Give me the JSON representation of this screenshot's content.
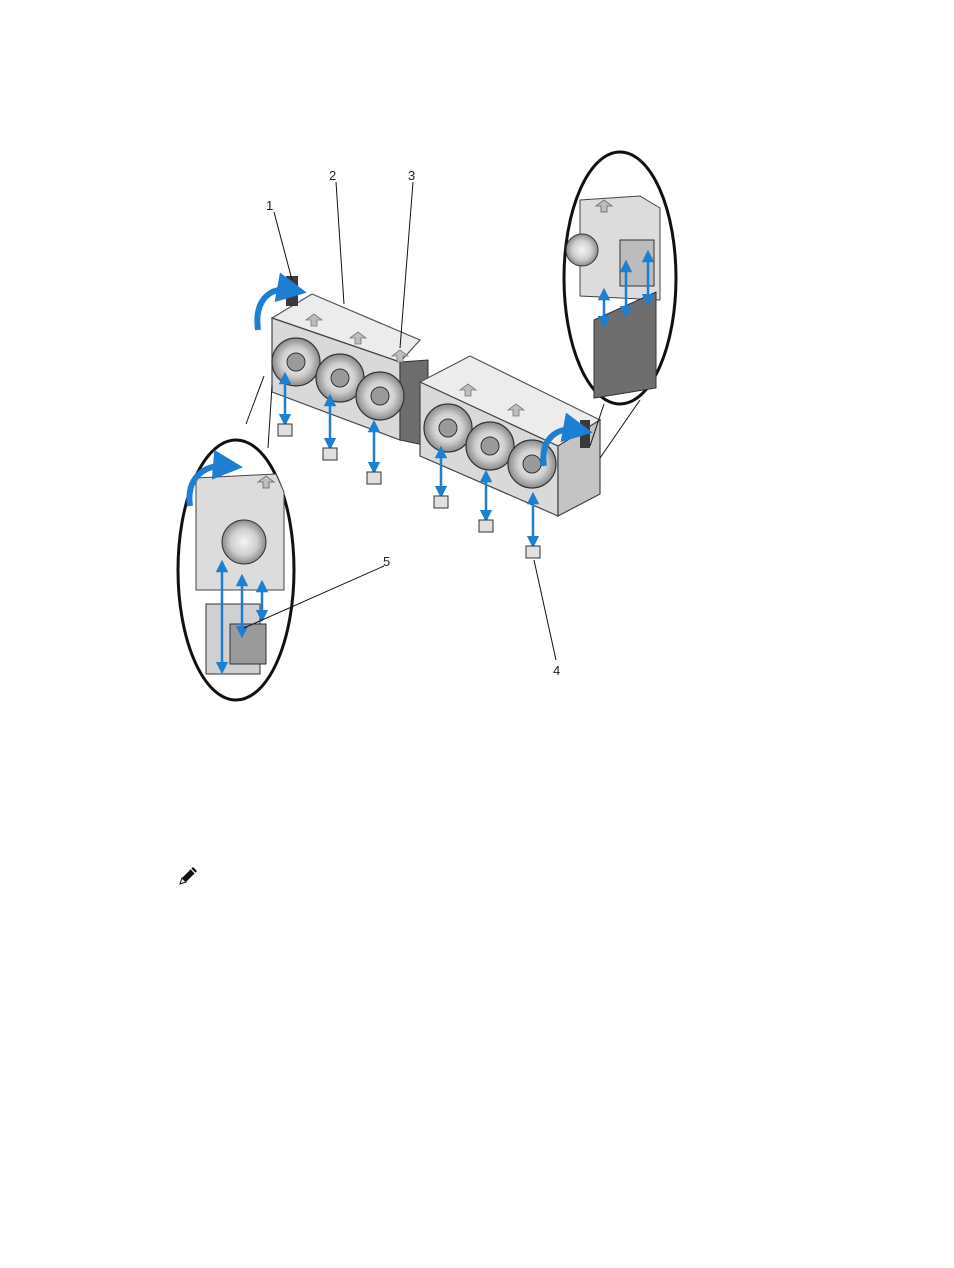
{
  "figure": {
    "callouts": {
      "c1": "1",
      "c2": "2",
      "c3": "3",
      "c4": "4",
      "c5": "5"
    }
  },
  "note": {
    "icon": "pencil-note-icon",
    "link_text": ""
  },
  "colors": {
    "arrow": "#1d7fd1",
    "fan_body": "#e3e3e3",
    "shadow": "#7a7a7a",
    "link": "#1a4fb5"
  }
}
